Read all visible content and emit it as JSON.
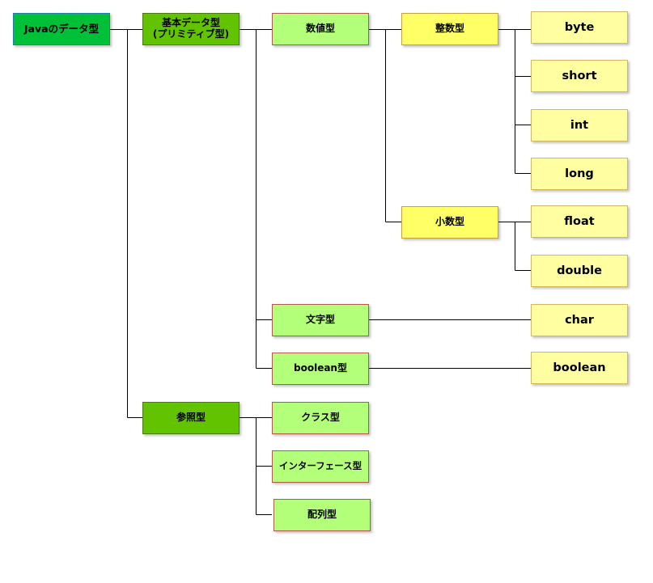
{
  "diagram": {
    "root": {
      "label": "Javaのデータ型"
    },
    "primitive": {
      "label": "基本データ型\n(プリミティブ型)"
    },
    "numeric": {
      "label": "数値型"
    },
    "integer": {
      "label": "整数型"
    },
    "byte": {
      "label": "byte"
    },
    "short": {
      "label": "short"
    },
    "int": {
      "label": "int"
    },
    "long": {
      "label": "long"
    },
    "decimal": {
      "label": "小数型"
    },
    "float": {
      "label": "float"
    },
    "double": {
      "label": "double"
    },
    "character": {
      "label": "文字型"
    },
    "char": {
      "label": "char"
    },
    "boolean_type": {
      "label": "boolean型"
    },
    "boolean": {
      "label": "boolean"
    },
    "reference": {
      "label": "参照型"
    },
    "class_type": {
      "label": "クラス型"
    },
    "interface_type": {
      "label": "インターフェース型"
    },
    "array_type": {
      "label": "配列型"
    }
  },
  "colors": {
    "root_fill": "#00c037",
    "category_fill": "#62c400",
    "subcategory_fill": "#b3ff7a",
    "group_fill": "#ffff66",
    "leaf_fill": "#ffffa2",
    "connector": "#000000"
  }
}
